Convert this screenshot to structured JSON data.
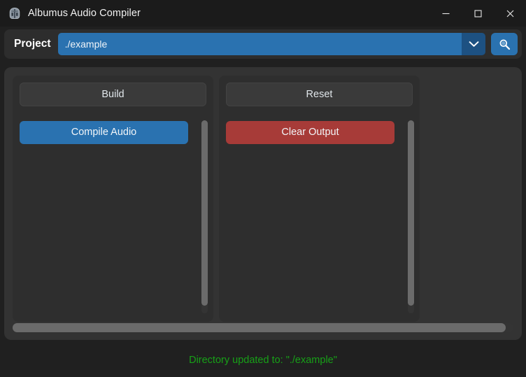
{
  "window": {
    "title": "Albumus Audio Compiler",
    "icon": "helmet-icon",
    "controls": {
      "minimize": "minimize-icon",
      "maximize": "maximize-icon",
      "close": "close-icon"
    }
  },
  "project": {
    "label": "Project",
    "value": "./example",
    "placeholder": "./example",
    "dropdown_icon": "chevron-down-icon",
    "browse_icon": "search-icon"
  },
  "panels": [
    {
      "name": "build",
      "section_label": "Build",
      "action_label": "Compile Audio",
      "action_color": "#2a72b0"
    },
    {
      "name": "reset",
      "section_label": "Reset",
      "action_label": "Clear Output",
      "action_color": "#a73b38"
    }
  ],
  "status": {
    "text": "Directory updated to: \"./example\"",
    "color": "#17a017"
  },
  "colors": {
    "accent_blue": "#2a72b0",
    "accent_red": "#a73b38",
    "window_bg": "#202020",
    "titlebar_bg": "#1b1b1b",
    "container_bg": "#333333",
    "panel_bg": "#2e2e2e",
    "status_green": "#17a017"
  }
}
